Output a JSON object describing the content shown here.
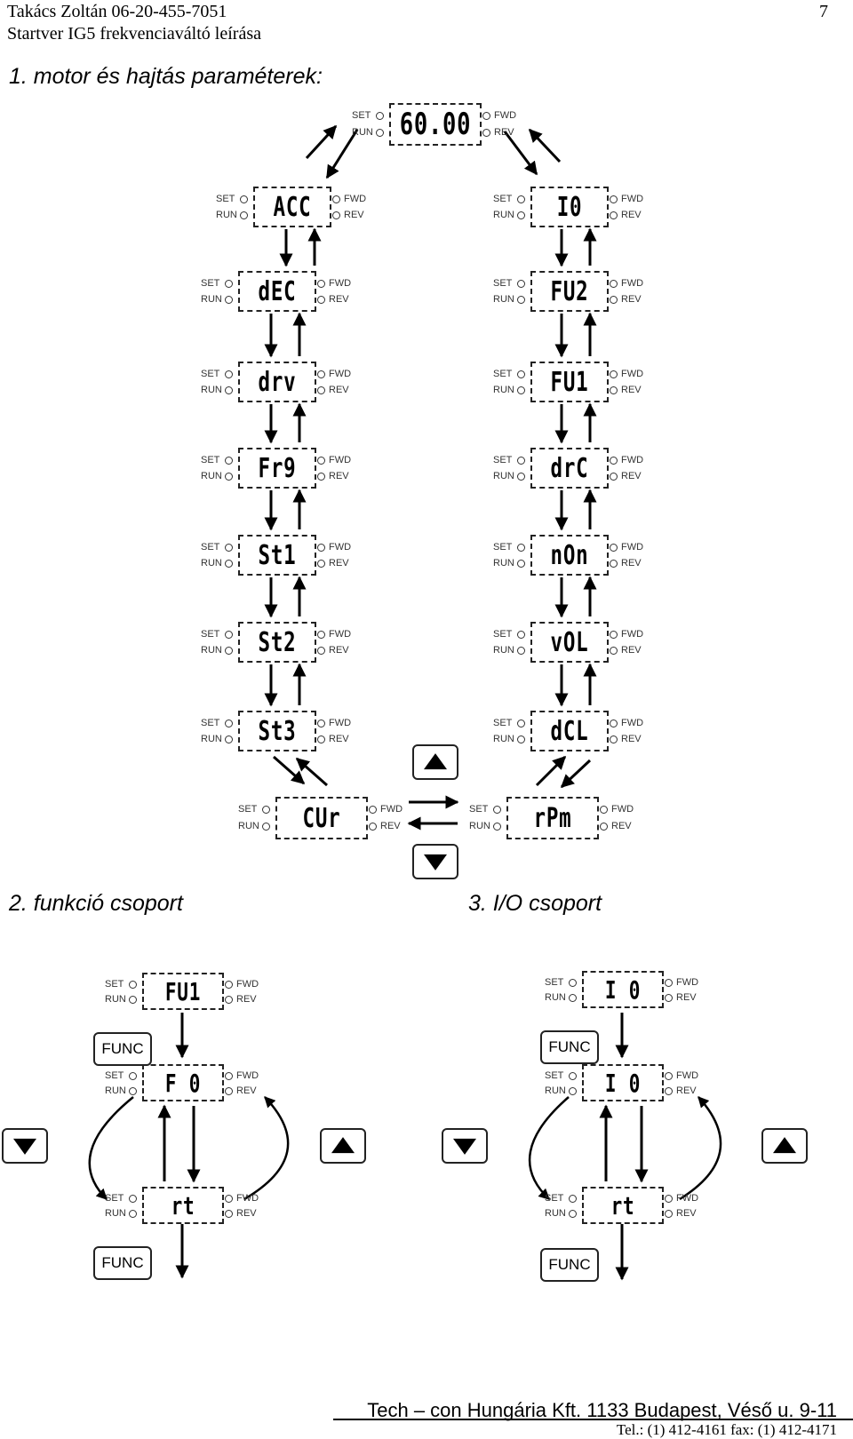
{
  "header": {
    "author_phone": "Takács Zoltán 06-20-455-7051",
    "doc_title": "Startver IG5 frekvenciaváltó leírása",
    "page_number": "7"
  },
  "section_title": "1. motor és hajtás paraméterek:",
  "indicators": {
    "set": "SET",
    "run": "RUN",
    "fwd": "FWD",
    "rev": "REV"
  },
  "diagram1": {
    "top_display": "60.00",
    "left_column": [
      "ACC",
      "dEC",
      "drv",
      "Fr9",
      "St1",
      "St2",
      "St3"
    ],
    "right_column": [
      "I0",
      "FU2",
      "FU1",
      "drC",
      "nOn",
      "vOL",
      "dCL"
    ],
    "bottom_left": "CUr",
    "bottom_right": "rPm"
  },
  "captions": {
    "function_group": "2. funkció csoport",
    "io_group": "3. I/O csoport"
  },
  "diagram2": {
    "left": {
      "top": "FU1",
      "middle": "F  0",
      "bottom": "rt",
      "func_label": "FUNC"
    },
    "right": {
      "top": "I 0",
      "middle": "I  0",
      "bottom": "rt",
      "func_label": "FUNC"
    }
  },
  "footer": {
    "company": "Tech – con Hungária Kft. 1133 Budapest, Véső u. 9-11",
    "contact": "Tel.: (1) 412-4161 fax: (1) 412-4171"
  }
}
